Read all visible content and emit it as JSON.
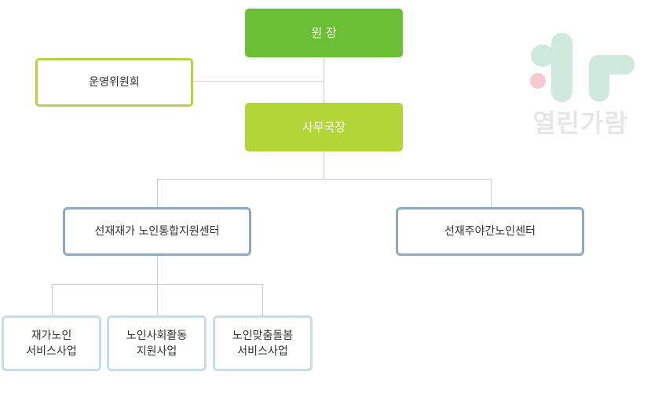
{
  "org": {
    "director": "원 장",
    "committee": "운영위원회",
    "secretary": "사무국장",
    "center_integrated": "선재재가 노인통합지원센터",
    "center_daynight": "선재주야간노인센터",
    "services": [
      "재가노인\n서비스사업",
      "노인사회활동\n지원사업",
      "노인맞춤돌봄\n서비스사업"
    ]
  },
  "logo": {
    "text": "열린가람",
    "colors": {
      "mint": "#cfeadd",
      "pink": "#f8c8cf",
      "text": "#e6e6e6"
    }
  },
  "colors": {
    "director": "#6abf34",
    "secretary": "#b4d537",
    "committee_border": "#b7d43a",
    "center_border": "#8fa8c2",
    "service_border": "#c9dbe6",
    "connector": "#cfcfcf"
  }
}
